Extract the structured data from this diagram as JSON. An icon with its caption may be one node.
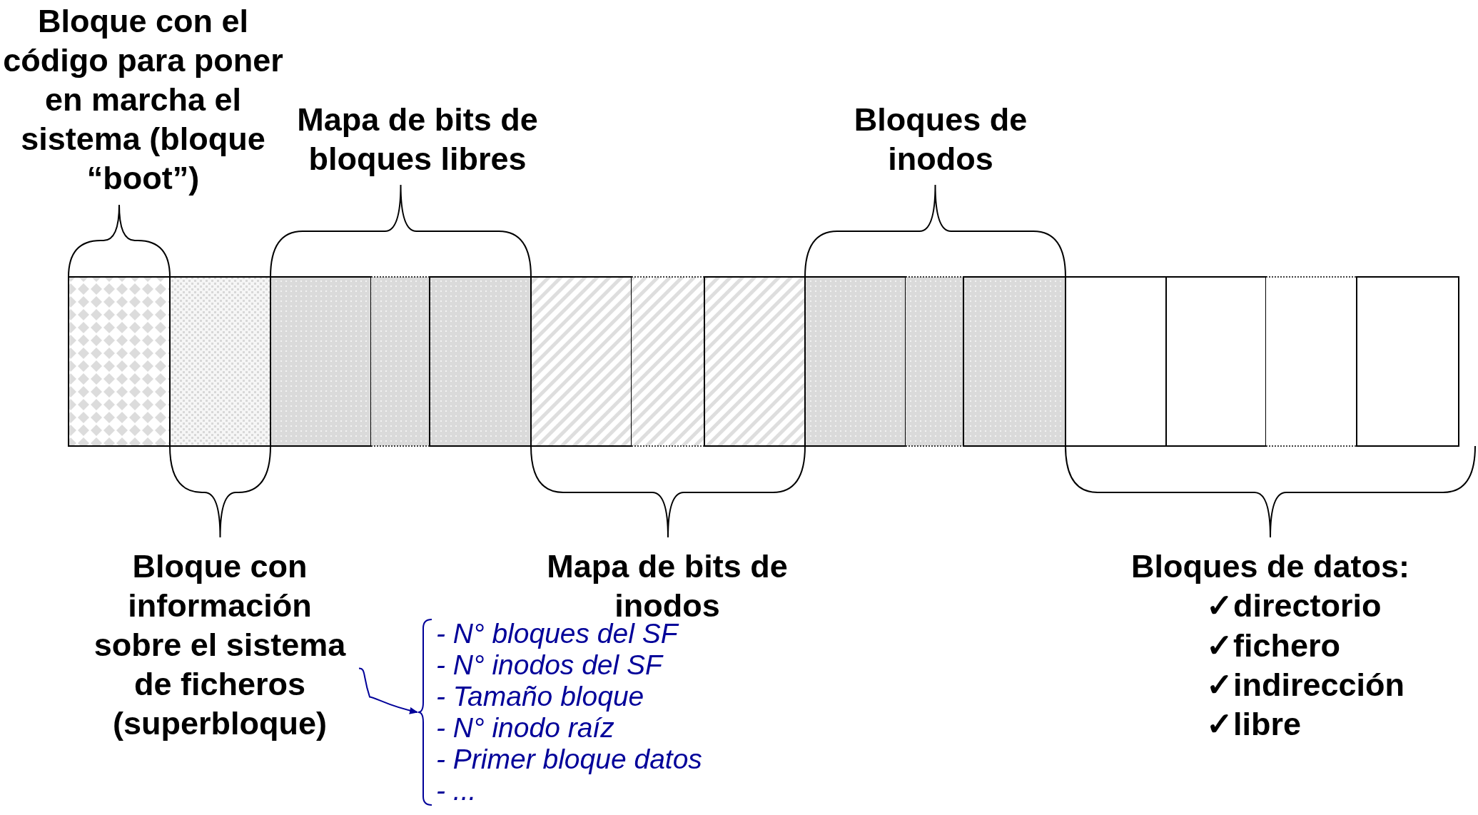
{
  "diagram": {
    "nodes": [
      {
        "text": [
          "Bloque con información sobre el sistema de ficheros (superbloque)"
        ]
      },
      {
        "text": [
          "- N° bloques del SF",
          "- N° inodos del SF",
          "- Tamaño bloque",
          "- N° inodo raíz",
          "- Primer bloque datos",
          "- ..."
        ]
      }
    ],
    "edges": [
      {
        "from": 0,
        "to": 1,
        "arrow": "to",
        "color": "#000099"
      }
    ],
    "labels": [
      "Bloque con el código para poner en marcha el sistema (bloque “boot”)",
      "Mapa de bits de bloques libres",
      "Bloques de inodos",
      "Mapa de bits de inodos",
      "Bloques de datos:",
      "✓directorio",
      "✓fichero",
      "✓indirección",
      "✓libre"
    ]
  }
}
